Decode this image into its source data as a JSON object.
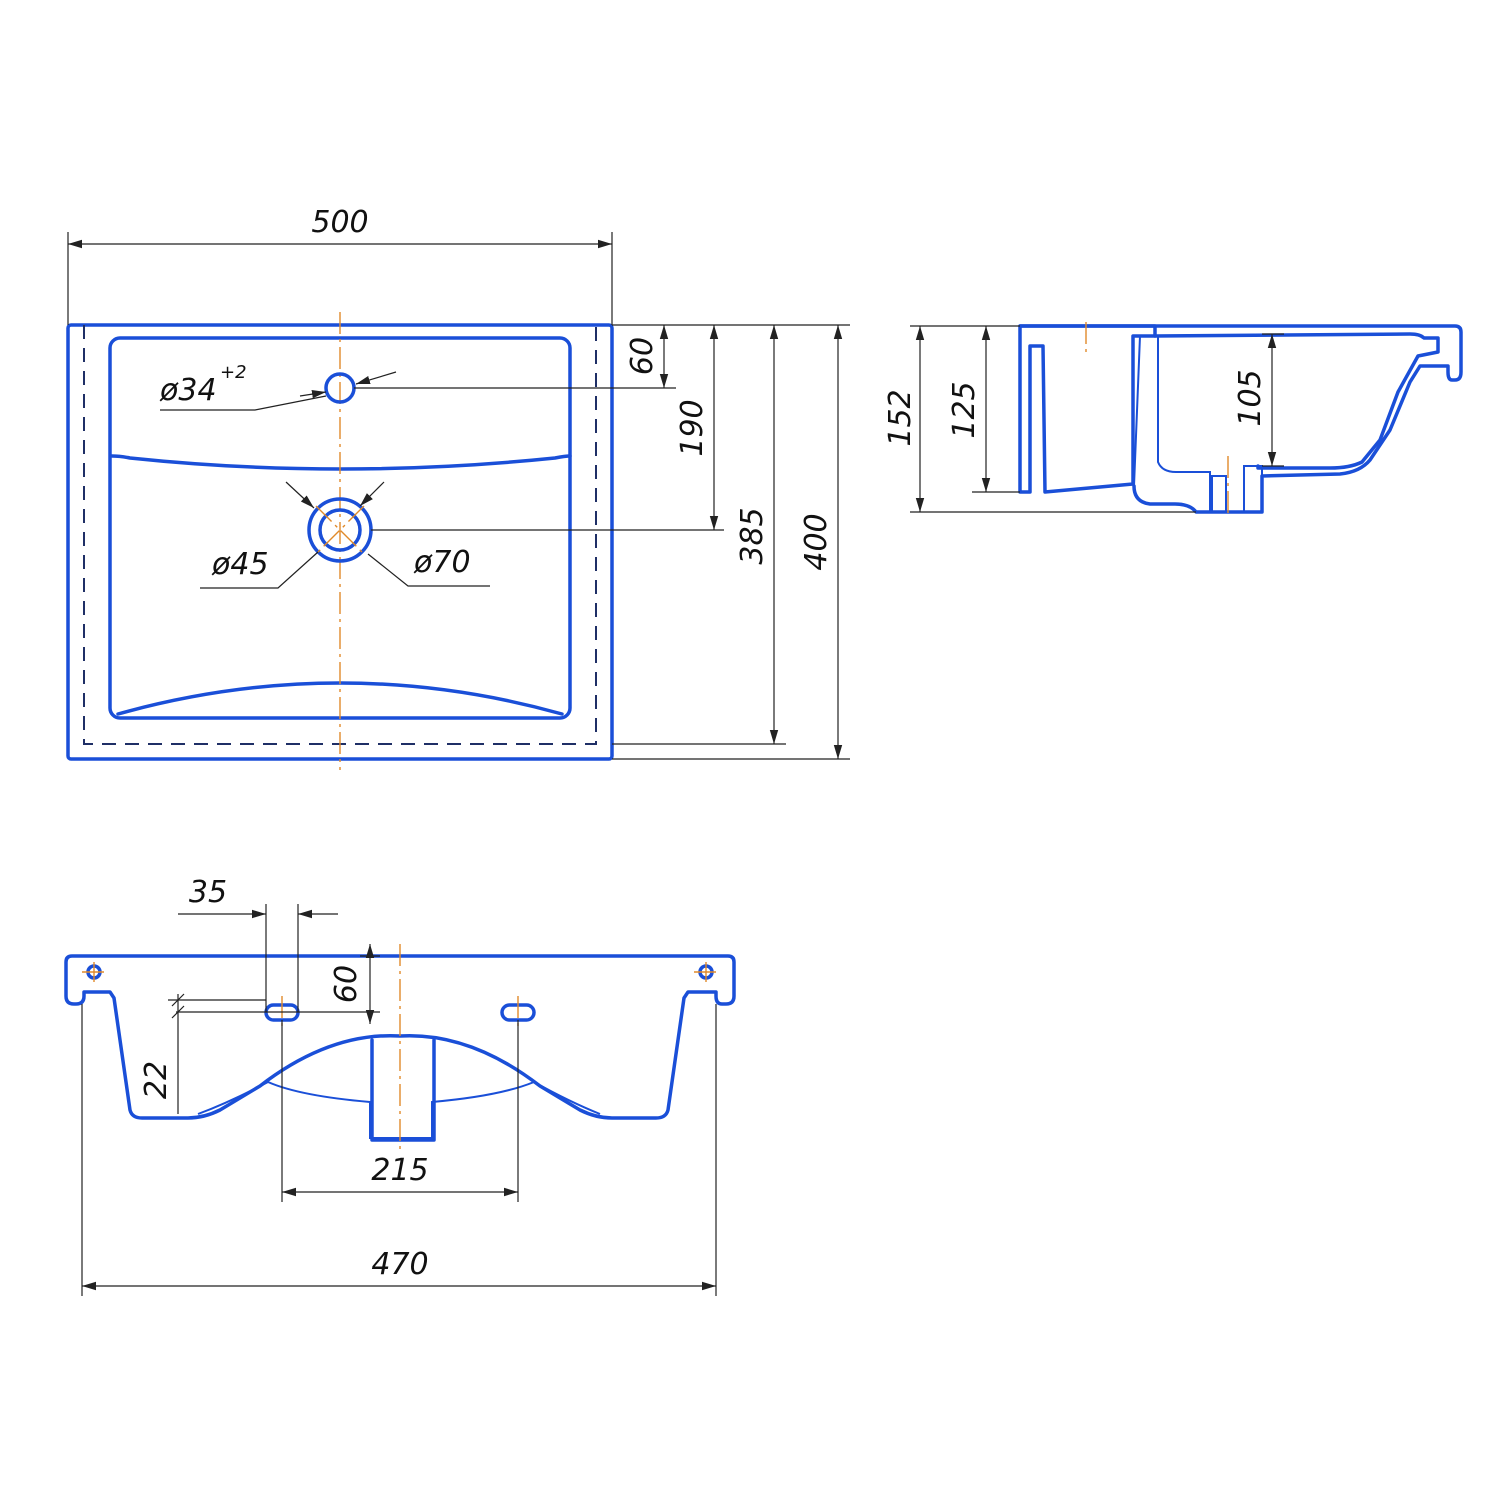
{
  "colors": {
    "outline": "#1a4fd8",
    "hidden": "#1f2f66",
    "centerline": "#e08a2a",
    "dimension": "#222222"
  },
  "top_view": {
    "width_label": "500",
    "tap_hole_label": "ø34",
    "tap_hole_tolerance": "+2",
    "drain_inner_label": "ø45",
    "drain_outer_label": "ø70",
    "tap_offset_label": "60",
    "drain_offset_label": "190",
    "bowl_depth_label": "385",
    "overall_depth_label": "400"
  },
  "side_view": {
    "overall_height_label": "152",
    "body_height_label": "125",
    "bowl_height_label": "105"
  },
  "front_view": {
    "slot_width_label": "35",
    "slot_height_label": "60",
    "slot_offset_label": "22",
    "slot_spacing_label": "215",
    "base_width_label": "470"
  }
}
